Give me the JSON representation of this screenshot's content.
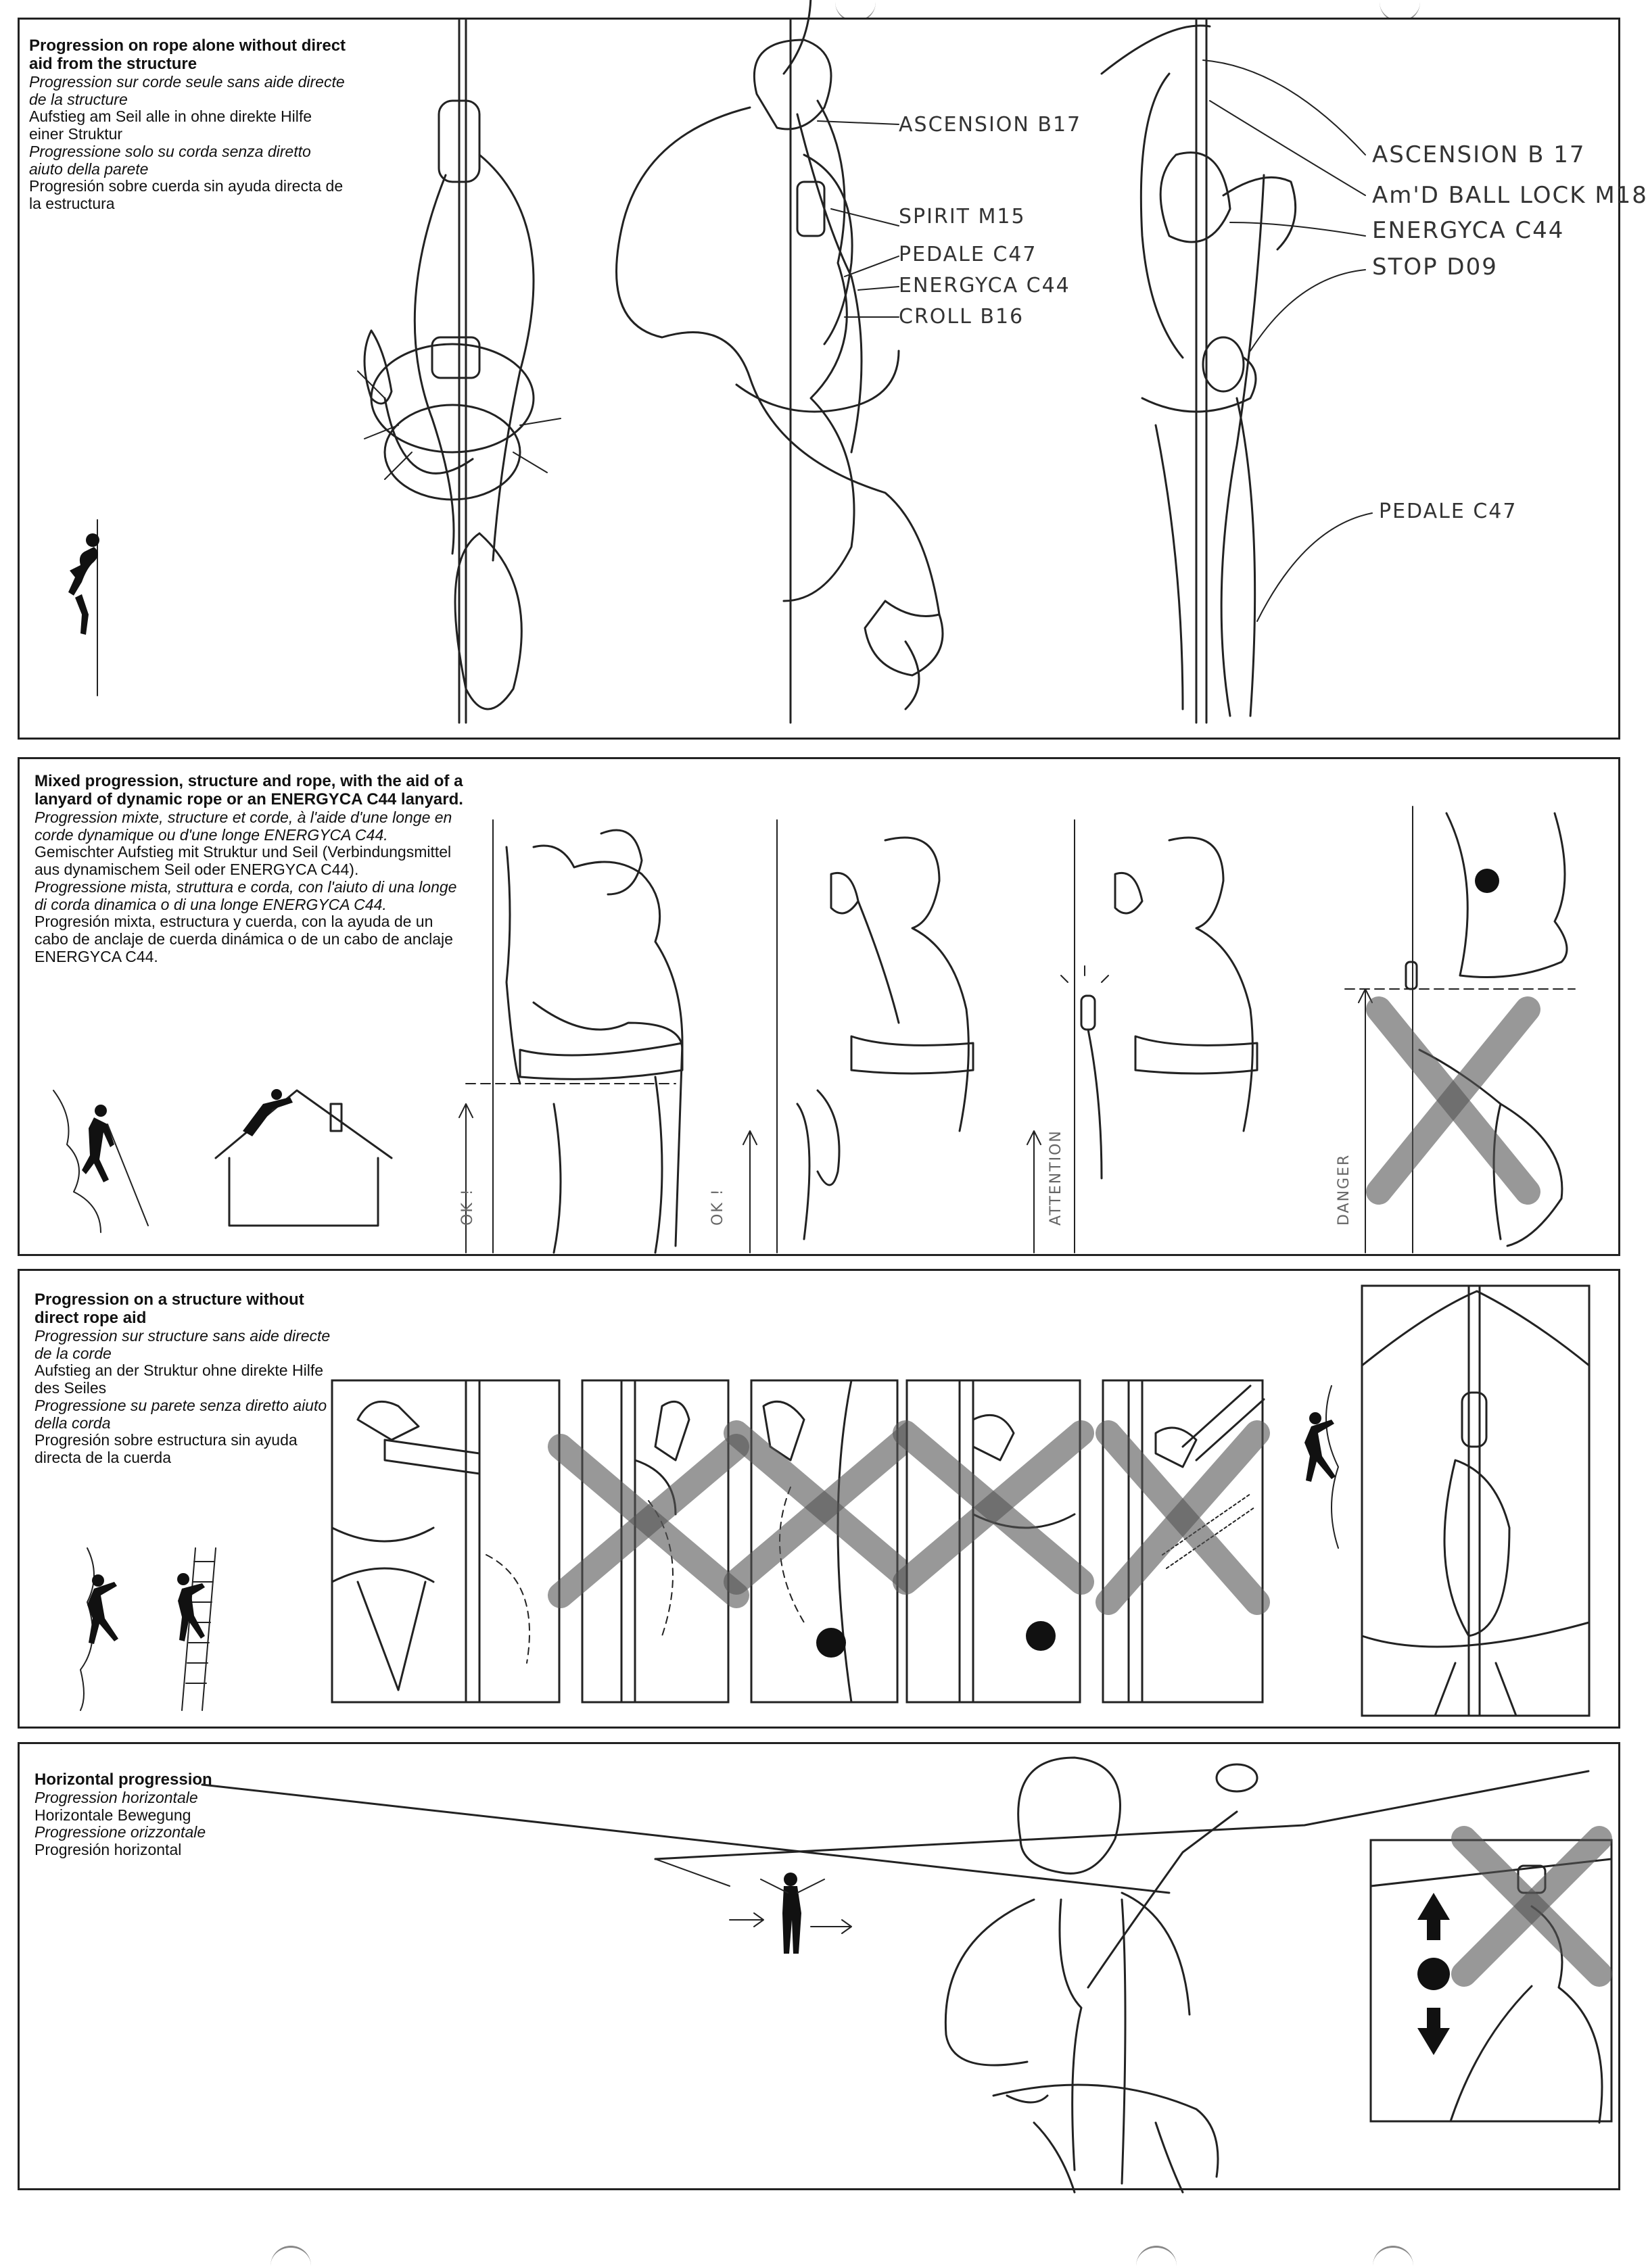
{
  "sections": [
    {
      "en": "Progression on rope alone without direct aid from the structure",
      "fr": "Progression sur corde seule sans aide directe de la structure",
      "de": "Aufstieg am Seil alle in ohne direkte Hilfe einer Struktur",
      "it": "Progressione solo su corda senza diretto aiuto della parete",
      "es": "Progresión sobre cuerda sin ayuda directa de la estructura",
      "labels_mid": [
        "ASCENSION B17",
        "SPIRIT M15",
        "PEDALE C47",
        "ENERGYCA C44",
        "CROLL B16"
      ],
      "labels_right": [
        "ASCENSION B 17",
        "Am'D BALL LOCK M18",
        "ENERGYCA C44",
        "STOP D09",
        "PEDALE C47"
      ]
    },
    {
      "en": "Mixed progression, structure and rope, with the aid of a lanyard of dynamic rope or an ENERGYCA C44 lanyard.",
      "fr": "Progression mixte, structure et corde, à l'aide d'une longe en corde dynamique ou d'une longe ENERGYCA C44.",
      "de": "Gemischter Aufstieg mit Struktur und Seil (Verbindungsmittel aus dynamischem Seil oder ENERGYCA C44).",
      "it": "Progressione mista, struttura e corda, con l'aiuto di una longe di corda dinamica o di una longe ENERGYCA C44.",
      "es": "Progresión mixta, estructura y cuerda, con la ayuda de un cabo de anclaje de cuerda dinámica o de un cabo de anclaje ENERGYCA C44.",
      "vlabels": [
        "OK !",
        "OK !",
        "ATTENTION",
        "DANGER"
      ]
    },
    {
      "en": "Progression on a structure without direct rope aid",
      "fr": "Progression sur structure sans aide directe de la corde",
      "de": "Aufstieg an der Struktur ohne direkte Hilfe des Seiles",
      "it": "Progressione su parete senza diretto aiuto della corda",
      "es": "Progresión sobre estructura sin ayuda directa de la cuerda"
    },
    {
      "en": "Horizontal progression",
      "fr": "Progression horizontale",
      "de": "Horizontale Bewegung",
      "it": "Progressione orizzontale",
      "es": "Progresión horizontal"
    }
  ]
}
